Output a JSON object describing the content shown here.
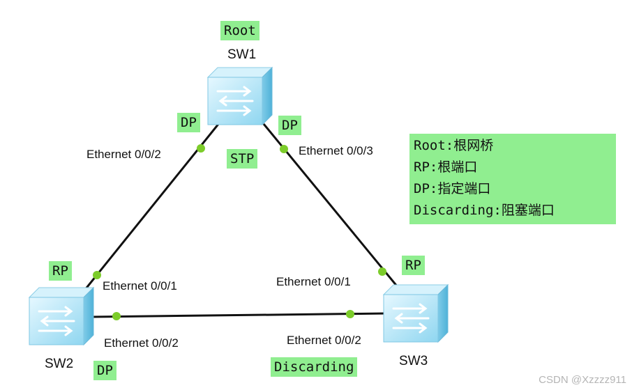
{
  "switches": {
    "sw1": {
      "name": "SW1",
      "role": "Root",
      "port_a_role": "DP",
      "port_b_role": "DP"
    },
    "sw2": {
      "name": "SW2",
      "top_role": "RP",
      "bottom_role": "DP"
    },
    "sw3": {
      "name": "SW3",
      "role": "RP"
    }
  },
  "protocol": "STP",
  "discarding_label": "Discarding",
  "ports": {
    "sw1_left": "Ethernet 0/0/2",
    "sw1_right": "Ethernet 0/0/3",
    "sw2_up": "Ethernet 0/0/1",
    "sw2_right": "Ethernet 0/0/2",
    "sw3_up": "Ethernet 0/0/1",
    "sw3_left": "Ethernet 0/0/2"
  },
  "legend": [
    "Root:根网桥",
    "RP:根端口",
    "DP:指定端口",
    "Discarding:阻塞端口"
  ],
  "watermark": "CSDN @Xzzzz911",
  "colors": {
    "tag": "#90ee90",
    "port_dot": "#7ccc2a",
    "link": "#111111",
    "switch_face": "#bde9f7"
  }
}
